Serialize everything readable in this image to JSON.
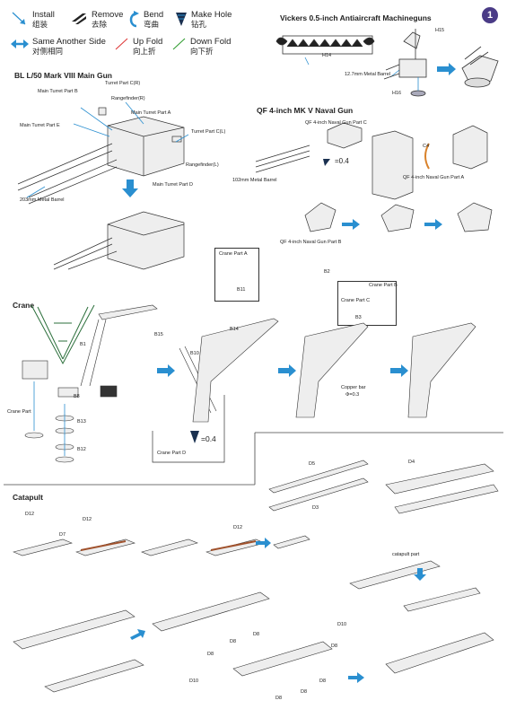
{
  "page_number": "1",
  "legend": [
    {
      "key": "install",
      "en": "Install",
      "zh": "组装",
      "color": "#2a8fd0"
    },
    {
      "key": "remove",
      "en": "Remove",
      "zh": "去除",
      "color": "#222"
    },
    {
      "key": "bend",
      "en": "Bend",
      "zh": "弯曲",
      "color": "#2a8fd0"
    },
    {
      "key": "hole",
      "en": "Make Hole",
      "zh": "钻孔",
      "color": "#222"
    },
    {
      "key": "same",
      "en": "Same Another Side",
      "zh": "对侧相同",
      "color": "#2a8fd0"
    },
    {
      "key": "upfold",
      "en": "Up Fold",
      "zh": "向上折",
      "color": "#d33"
    },
    {
      "key": "downfold",
      "en": "Down Fold",
      "zh": "向下折",
      "color": "#2b9a2b"
    }
  ],
  "sections": {
    "vickers": "Vickers 0.5-inch Antiaircraft Machineguns",
    "main_gun": "BL L/50 Mark VIII Main  Gun",
    "naval_gun": "QF 4-inch MK V Naval Gun",
    "crane": "Crane",
    "catapult": "Catapult"
  },
  "labels": {
    "h14": "H14",
    "h15": "H15",
    "h16": "H16",
    "metal_barrel_127": "12.7mm  Metal Barrel",
    "turret_c_r": "Turret Part C(R)",
    "main_turret_b": "Main Turret Part B",
    "rangefinder_r": "Rangefinder(R)",
    "main_turret_a": "Main Turret Part A",
    "main_turret_e": "Main Turret Part E",
    "turret_c_l": "Turret Part C(L)",
    "rangefinder_l": "Rangefinder(L)",
    "main_turret_d": "Main Turret Part D",
    "barrel_203": "203mm Metal Barrel",
    "naval_c": "QF 4-inch Naval Gun Part C",
    "hole_04_a": "=0.4",
    "c4": "C4",
    "barrel_102": "102mm Metal Barrel",
    "naval_a": "QF 4-inch Naval Gun Part A",
    "naval_b": "QF 4-inch Naval Gun Part B",
    "crane_a": "Crane Part A",
    "b11": "B11",
    "b2": "B2",
    "crane_b": "Crane Part B",
    "crane_c": "Crane Part C",
    "b3": "B3",
    "b1": "B1",
    "b15": "B15",
    "b14": "B14",
    "b10": "B10",
    "b8": "B8",
    "crane_part": "Crane Part",
    "b13": "B13",
    "b12": "B12",
    "copper_bar": "Copper bar",
    "phi03": "Φ=0.3",
    "hole_04_b": "=0.4",
    "crane_d": "Crane Part D",
    "d5": "D5",
    "d3": "D3",
    "d4": "D4",
    "d12_a": "D12",
    "d7": "D7",
    "d12_b": "D12",
    "d12_c": "D12",
    "catapult_part": "catapult part",
    "d10_a": "D10",
    "d8_a": "D8",
    "d8_b": "D8",
    "d8_c": "D8",
    "d8_d": "D8",
    "d10_b": "D10",
    "d8_e": "D8",
    "d8_f": "D8",
    "d8_g": "D8"
  }
}
